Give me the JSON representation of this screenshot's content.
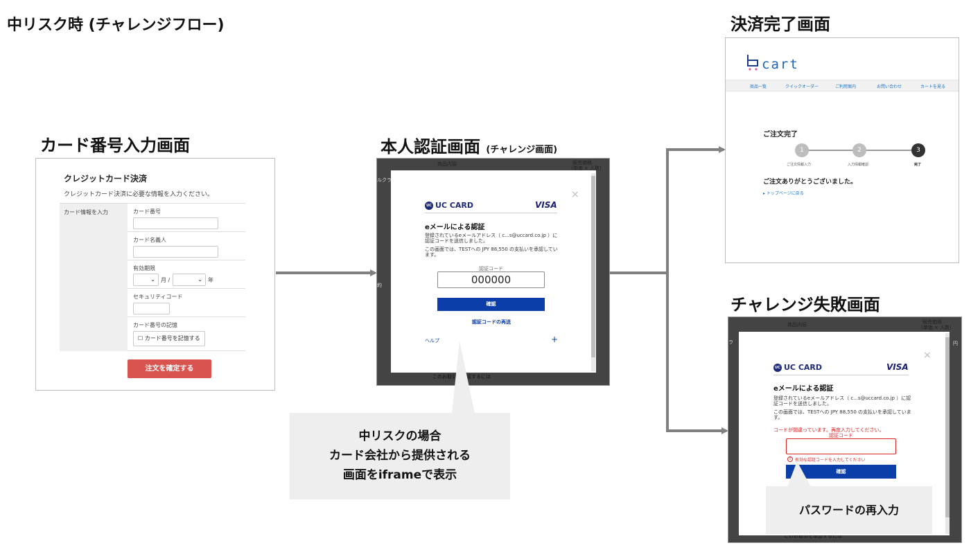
{
  "titles": {
    "main": "中リスク時 (チャレンジフロー)",
    "card_screen": "カード番号入力画面",
    "auth_screen": "本人認証画面",
    "auth_screen_sub": "(チャレンジ画面)",
    "complete_screen": "決済完了画面",
    "fail_screen": "チャレンジ失敗画面"
  },
  "card_form": {
    "title": "クレジットカード決済",
    "description": "クレジットカード決済に必要な情報を入力ください。",
    "section_label": "カード情報を入力",
    "card_number_label": "カード番号",
    "holder_label": "カード名義人",
    "expiry_label": "有効期限",
    "month_unit": "月 /",
    "year_unit": "年",
    "security_label": "セキュリティコード",
    "remember_label": "カード番号の記憶",
    "remember_checkbox": "カード番号を記憶する",
    "confirm_button": "注文を確定する"
  },
  "auth_modal": {
    "bg_col1": "商品内容",
    "bg_col2": "販売価格",
    "bg_col2_sub": "(単価 × 入数)",
    "bg_left1": "ルクラ",
    "bg_left2": "約",
    "bg_bottom": "このお取引を承認するには",
    "brand": "UC CARD",
    "brand_mark": "UC",
    "visa": "VISA",
    "close": "×",
    "title": "eメールによる認証",
    "text1": "登録されているeメールアドレス（ c...s@uccard.co.jp ）に認証コードを送信しました。",
    "text2": "この画面では、TESTへの JPY 88,550 の支払いを承認しています。",
    "code_label": "認証コード",
    "code_value": "000000",
    "confirm_button": "確認",
    "resend_link": "認証コードの再送",
    "help_link": "ヘルプ",
    "plus": "+"
  },
  "complete": {
    "logo": "cart",
    "nav": [
      "商品一覧",
      "クイックオーダー",
      "ご利用案内",
      "お問い合わせ",
      "カートを見る"
    ],
    "heading": "ご注文完了",
    "steps": [
      {
        "num": "1",
        "label": "ご注文情報入力"
      },
      {
        "num": "2",
        "label": "入力情報確認"
      },
      {
        "num": "3",
        "label": "完了"
      }
    ],
    "thanks": "ご注文ありがとうございました。",
    "top_link": "▸ トップページに戻る"
  },
  "fail_modal": {
    "bg_col1": "商品内容",
    "bg_col2": "販売価格",
    "bg_col2_sub": "(単価 × 入数)",
    "bg_left1": "ラ",
    "bg_right1": "円",
    "bg_bottom": "このお取引を承認するには",
    "brand": "UC CARD",
    "brand_mark": "UC",
    "visa": "VISA",
    "close": "×",
    "title": "eメールによる認証",
    "text1": "登録されているeメールアドレス（ c...s@uccard.co.jp ）に認証コードを送信しました。",
    "text2": "この画面では、TESTへの JPY 88,550 の支払いを承認しています。",
    "error_message": "コードが間違っています。再度入力してください。",
    "code_label": "認証コード",
    "error_hint": "有効な認証コードを入力してください",
    "error_icon": "!",
    "confirm_button": "確認"
  },
  "callouts": {
    "medium_risk_line1": "中リスクの場合",
    "medium_risk_line2": "カード会社から提供される",
    "medium_risk_line3": "画面をiframeで表示",
    "reenter": "パスワードの再入力"
  },
  "colors": {
    "arrow": "#808080",
    "confirm_red": "#d9534f",
    "uc_blue": "#0b3ea8",
    "error_red": "#d92020",
    "callout_bg": "#eeeeee"
  }
}
